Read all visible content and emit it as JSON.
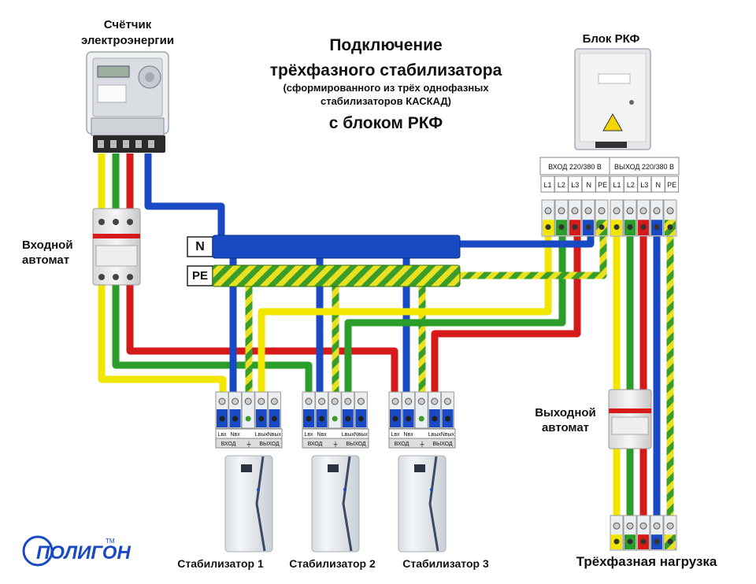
{
  "title_lines": [
    "Подключение",
    "трёхфазного стабилизатора"
  ],
  "subtitle_lines": [
    "(сформированного из трёх однофазных",
    "стабилизаторов КАСКАД)"
  ],
  "title_last": "с блоком РКФ",
  "meter_label_lines": [
    "Счётчик",
    "электроэнергии"
  ],
  "rkf_label": "Блок РКФ",
  "input_breaker_lines": [
    "Входной",
    "автомат"
  ],
  "output_breaker_lines": [
    "Выходной",
    "автомат"
  ],
  "bus_n_label": "N",
  "bus_pe_label": "PE",
  "rkf_terminals": {
    "input_header": "ВХОД 220/380 В",
    "output_header": "ВЫХОД 220/380 В",
    "input_labels": [
      "L1",
      "L2",
      "L3",
      "N",
      "PE"
    ],
    "output_labels": [
      "L1",
      "L2",
      "L3",
      "N",
      "PE"
    ]
  },
  "stabilizer_terminals": {
    "labels": [
      "Lвх",
      "Nвх",
      "",
      "Lвых",
      "Nвых"
    ],
    "input_caption": "ВХОД",
    "ground_symbol": "⏚",
    "output_caption": "ВЫХОД"
  },
  "stabilizers": [
    "Стабилизатор 1",
    "Стабилизатор 2",
    "Стабилизатор 3"
  ],
  "load_label": "Трёхфазная нагрузка",
  "logo_text": "ПОЛИГОН",
  "logo_tm": "TM",
  "colors": {
    "yellow": "#f2e600",
    "green": "#2a9d2a",
    "red": "#d61a1a",
    "blue": "#1a49c4",
    "pe_yellow": "#e8e020",
    "pe_green": "#3a9d2a"
  }
}
